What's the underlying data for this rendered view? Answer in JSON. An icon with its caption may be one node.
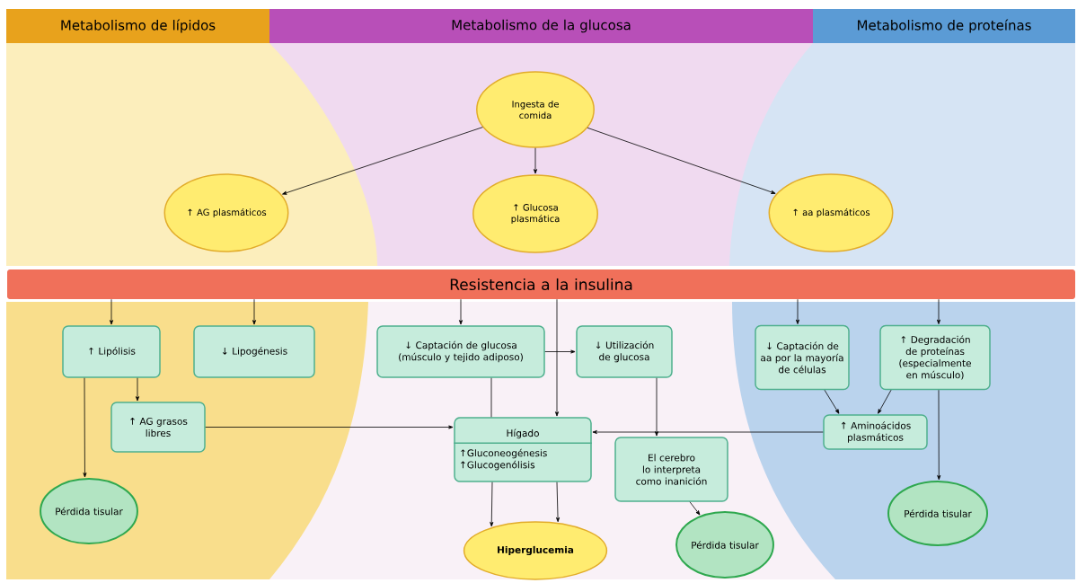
{
  "diagram": {
    "nodes": [
      {
        "text": [
          "Metabolismo de lípidos"
        ]
      },
      {
        "text": [
          "Metabolismo de la glucosa"
        ]
      },
      {
        "text": [
          "Metabolismo de proteínas"
        ]
      },
      {
        "text": [
          "Ingesta de comida"
        ]
      },
      {
        "text": [
          "↑ AG plasmáticos"
        ]
      },
      {
        "text": [
          "↑ Glucosa plasmática"
        ]
      },
      {
        "text": [
          "↑ aa plasmáticos"
        ]
      },
      {
        "text": [
          "Resistencia a la insulina"
        ]
      },
      {
        "text": [
          "↑ Lipólisis"
        ]
      },
      {
        "text": [
          "↓ Lipogénesis"
        ]
      },
      {
        "text": [
          "↓ Captación de glucosa (músculo y tejido adiposo)"
        ]
      },
      {
        "text": [
          "↓ Utilización de glucosa"
        ]
      },
      {
        "text": [
          "↓ Captación de aa por la mayoría de células"
        ]
      },
      {
        "text": [
          "↑ Degradación de proteínas (especialmente en músculo)"
        ]
      },
      {
        "text": [
          "↑ AG grasos libres"
        ]
      },
      {
        "text": [
          "Hígado",
          "↑Gluconeogénesis ↑Glucogenólisis"
        ]
      },
      {
        "text": [
          "El cerebro lo interpreta como inanición"
        ]
      },
      {
        "text": [
          "↑ Aminoácidos plasmáticos"
        ]
      },
      {
        "text": [
          "Pérdida tisular"
        ]
      },
      {
        "text": [
          "Pérdida tisular"
        ]
      },
      {
        "text": [
          "Hiperglucemia"
        ]
      },
      {
        "text": [
          "Pérdida tisular"
        ]
      }
    ],
    "edges": [
      {
        "from": 3,
        "to": 4,
        "arrow": "to"
      },
      {
        "from": 3,
        "to": 5,
        "arrow": "to"
      },
      {
        "from": 3,
        "to": 6,
        "arrow": "to"
      },
      {
        "from": 7,
        "to": 8,
        "arrow": "to"
      },
      {
        "from": 7,
        "to": 9,
        "arrow": "to"
      },
      {
        "from": 7,
        "to": 10,
        "arrow": "to"
      },
      {
        "from": 7,
        "to": 15,
        "arrow": "to"
      },
      {
        "from": 7,
        "to": 12,
        "arrow": "to"
      },
      {
        "from": 7,
        "to": 13,
        "arrow": "to"
      },
      {
        "from": 8,
        "to": 14,
        "arrow": "to"
      },
      {
        "from": 8,
        "to": 18,
        "arrow": "to"
      },
      {
        "from": 10,
        "to": 11,
        "arrow": "to"
      },
      {
        "from": 10,
        "to": 15,
        "arrow": "none"
      },
      {
        "from": 14,
        "to": 15,
        "arrow": "to"
      },
      {
        "from": 17,
        "to": 15,
        "arrow": "to"
      },
      {
        "from": 11,
        "to": 16,
        "arrow": "to"
      },
      {
        "from": 12,
        "to": 17,
        "arrow": "to"
      },
      {
        "from": 13,
        "to": 17,
        "arrow": "to"
      },
      {
        "from": 13,
        "to": 19,
        "arrow": "to"
      },
      {
        "from": 16,
        "to": 21,
        "arrow": "to"
      },
      {
        "from": 15,
        "to": 20,
        "arrow": "to"
      },
      {
        "from": 15,
        "to": 20,
        "arrow": "to"
      }
    ]
  }
}
